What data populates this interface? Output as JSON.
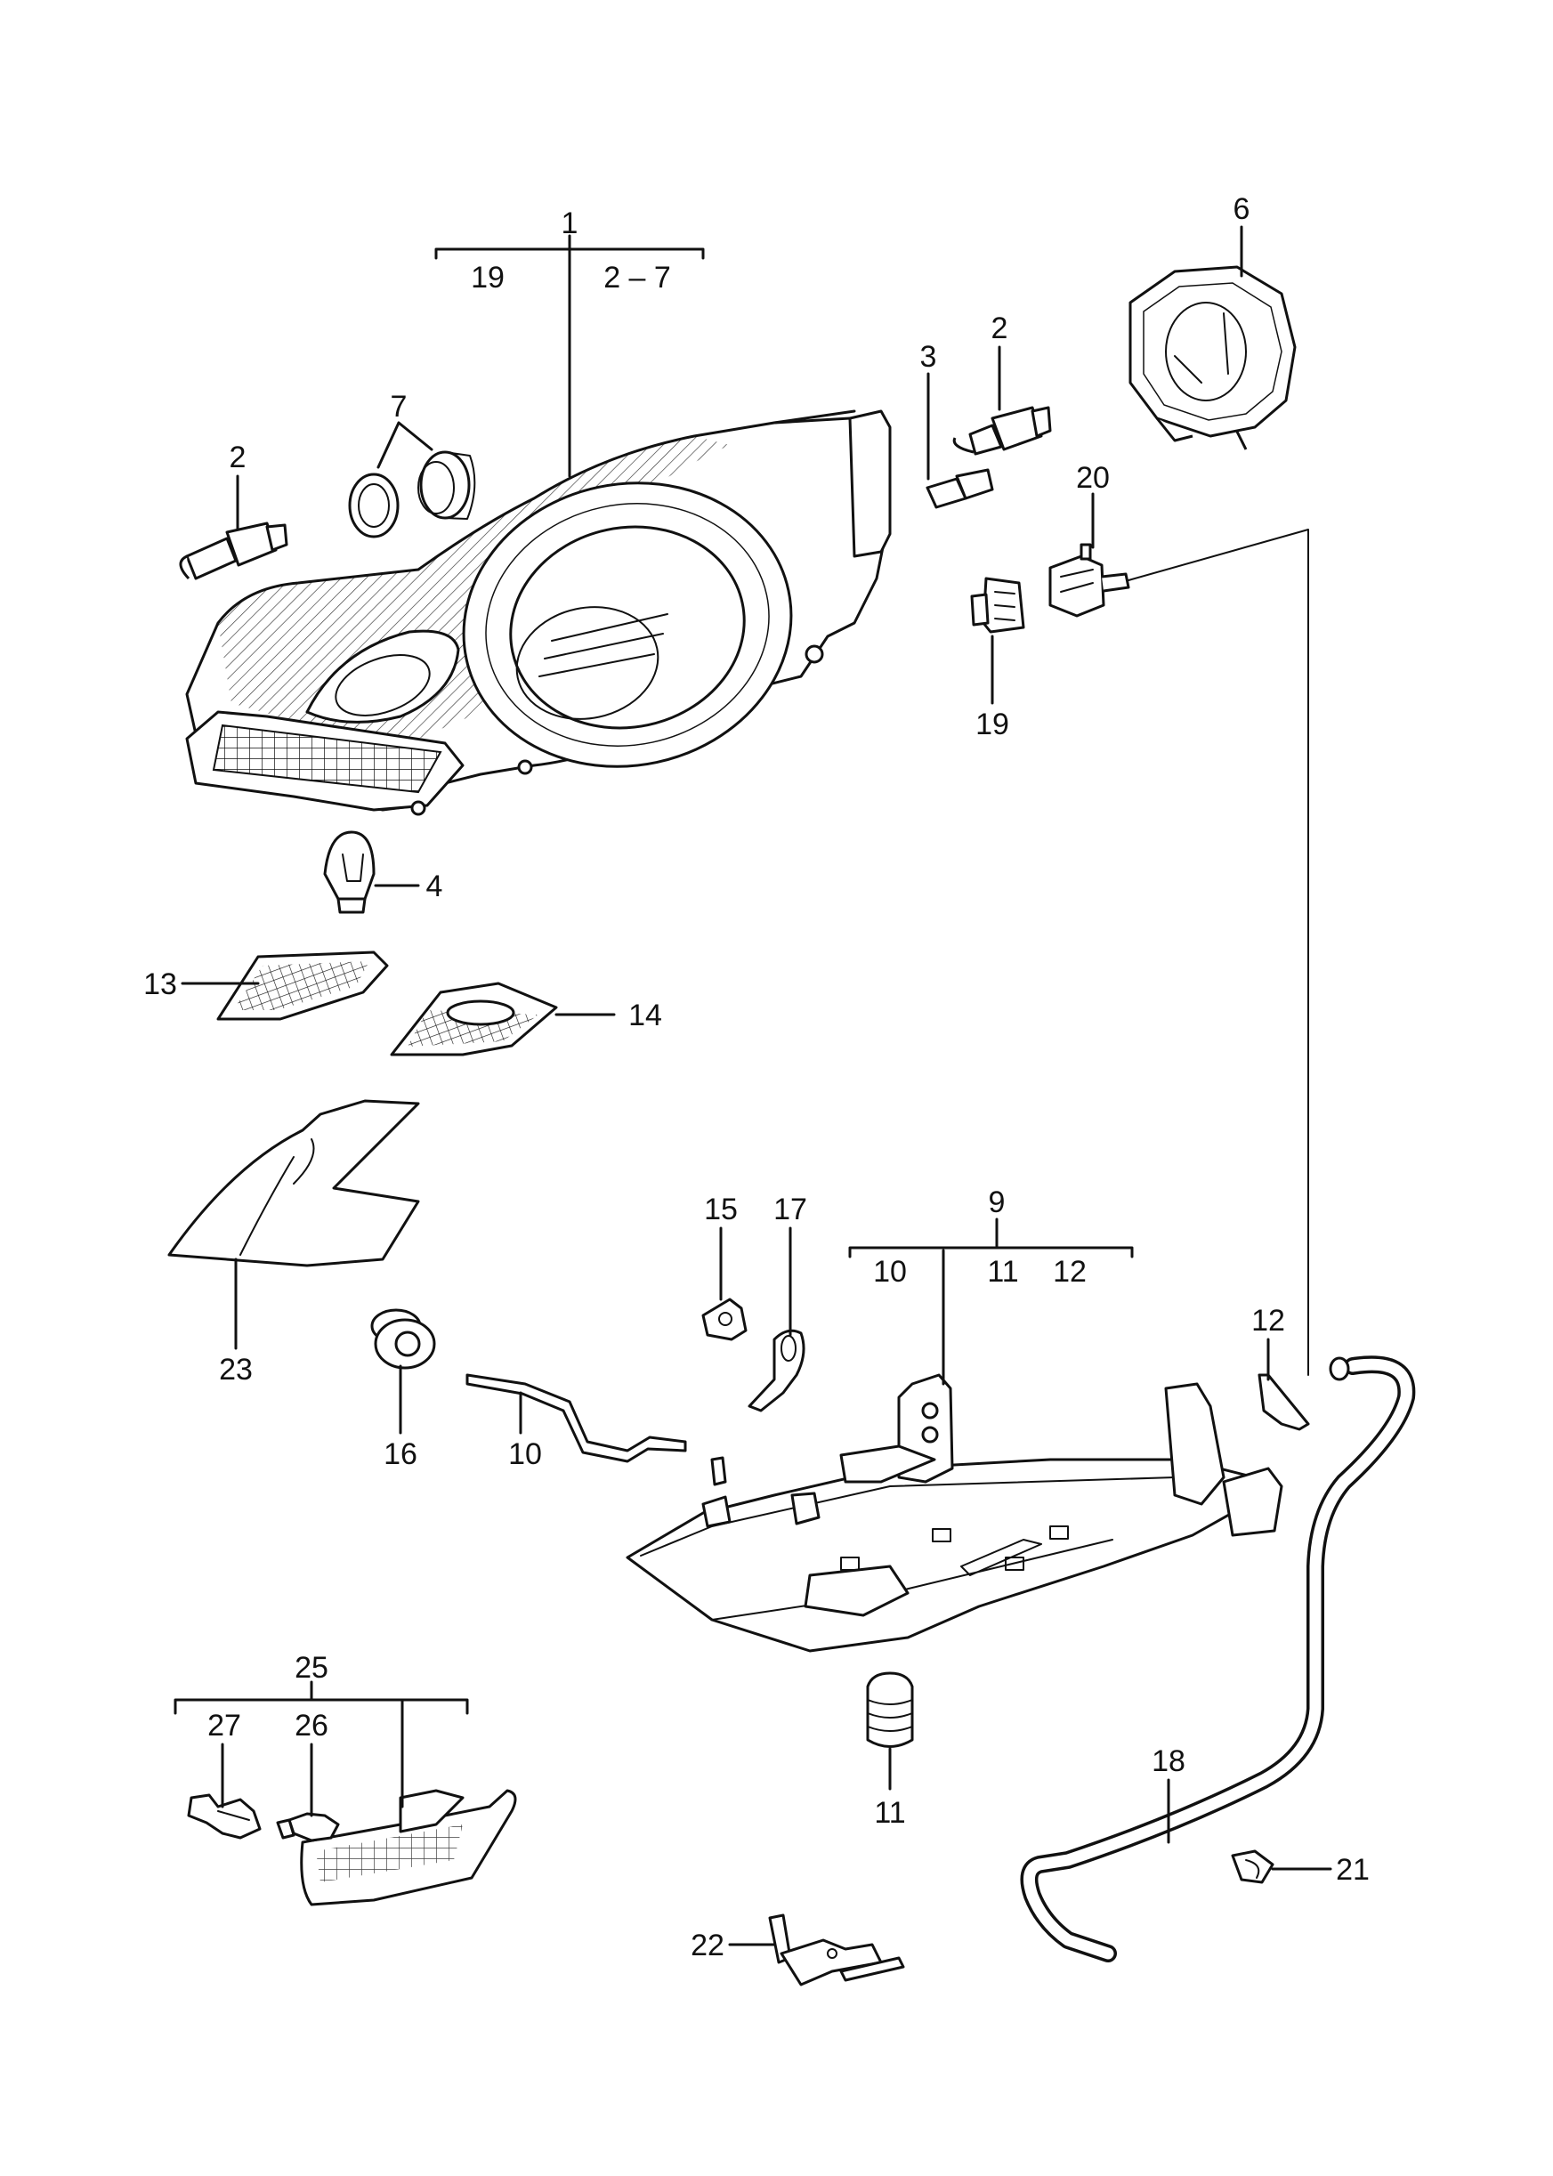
{
  "callouts": {
    "c1": "1",
    "c1_sub_left": "19",
    "c1_sub_right": "2 – 7",
    "c2_left": "2",
    "c2_right": "2",
    "c3": "3",
    "c4": "4",
    "c6": "6",
    "c7": "7",
    "c9": "9",
    "c9_sub_a": "10",
    "c9_sub_b": "11",
    "c9_sub_c": "12",
    "c10": "10",
    "c11": "11",
    "c12": "12",
    "c13": "13",
    "c14": "14",
    "c15": "15",
    "c16": "16",
    "c17": "17",
    "c18": "18",
    "c19": "19",
    "c20": "20",
    "c21": "21",
    "c22": "22",
    "c23": "23",
    "c25": "25",
    "c26": "26",
    "c27": "27"
  }
}
